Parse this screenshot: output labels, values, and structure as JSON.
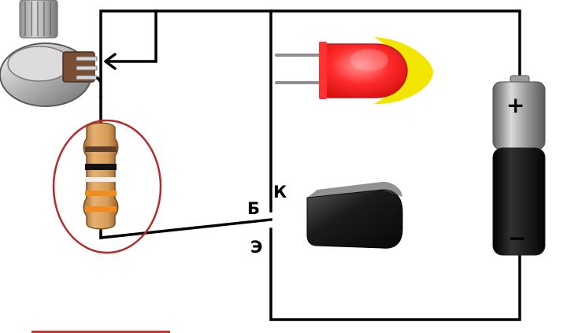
{
  "labels": {
    "collector": "К",
    "base": "Б",
    "emitter": "Э"
  },
  "battery": {
    "positive": "+",
    "negative": "−"
  },
  "components": {
    "potentiometer": "potentiometer",
    "resistor": "resistor",
    "led": "led",
    "transistor": "transistor",
    "battery": "battery"
  },
  "colors": {
    "wire": "#000000",
    "led_body": "#ff2a2a",
    "led_glow": "#f2e600",
    "resistor_body": "#d9a05a",
    "highlight_ellipse": "#b52a2a",
    "transistor_body": "#161616",
    "battery_top": "#8a8a8a",
    "battery_bottom": "#111111"
  }
}
